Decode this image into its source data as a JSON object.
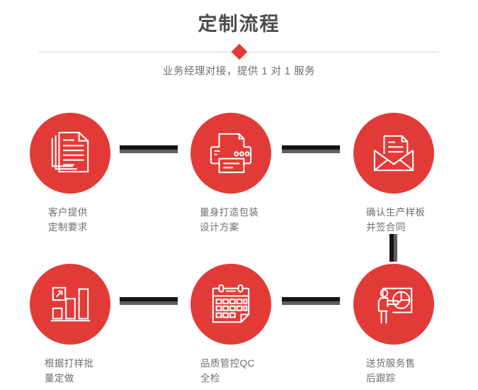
{
  "header": {
    "title": "定制流程",
    "subtitle": "业务经理对接，提供 1 对 1 服务",
    "divider_icon": "red-diamond"
  },
  "theme": {
    "accent_red": "#e23b37",
    "title_gray": "#4c4c4c",
    "text_gray": "#6e6e6e",
    "connector_dark": "#141414",
    "connector_gray": "#605f5f",
    "divider_line": "#d4d4d4",
    "background": "#ffffff"
  },
  "steps": [
    {
      "index": "1",
      "icon": "documents-icon",
      "label": "客户提供\n定制要求",
      "line1": "客户提供",
      "line2": "定制要求"
    },
    {
      "index": "2",
      "icon": "printer-icon",
      "label": "量身打造包装\n设计方案",
      "line1": "量身打造包装",
      "line2": "设计方案"
    },
    {
      "index": "3",
      "icon": "envelope-document-icon",
      "label": "确认生产样板\n并签合同",
      "line1": "确认生产样板",
      "line2": "并签合同"
    },
    {
      "index": "4",
      "icon": "bar-chart-growth-icon",
      "label": "根据打样批\n量定做",
      "line1": "根据打样批",
      "line2": "量定做"
    },
    {
      "index": "5",
      "icon": "calendar-icon",
      "label": "品质管控QC\n全检",
      "line1": "品质管控QC",
      "line2": "全检"
    },
    {
      "index": "6",
      "icon": "presentation-pie-chart-icon",
      "label": "送货服务售\n后跟踪",
      "line1": "送货服务售",
      "line2": "后跟踪"
    }
  ],
  "connectors": [
    {
      "id": "conn-1-2",
      "orientation": "horizontal"
    },
    {
      "id": "conn-2-3",
      "orientation": "horizontal"
    },
    {
      "id": "conn-3-6",
      "orientation": "vertical"
    },
    {
      "id": "conn-4-5",
      "orientation": "horizontal"
    },
    {
      "id": "conn-5-6",
      "orientation": "horizontal"
    }
  ]
}
